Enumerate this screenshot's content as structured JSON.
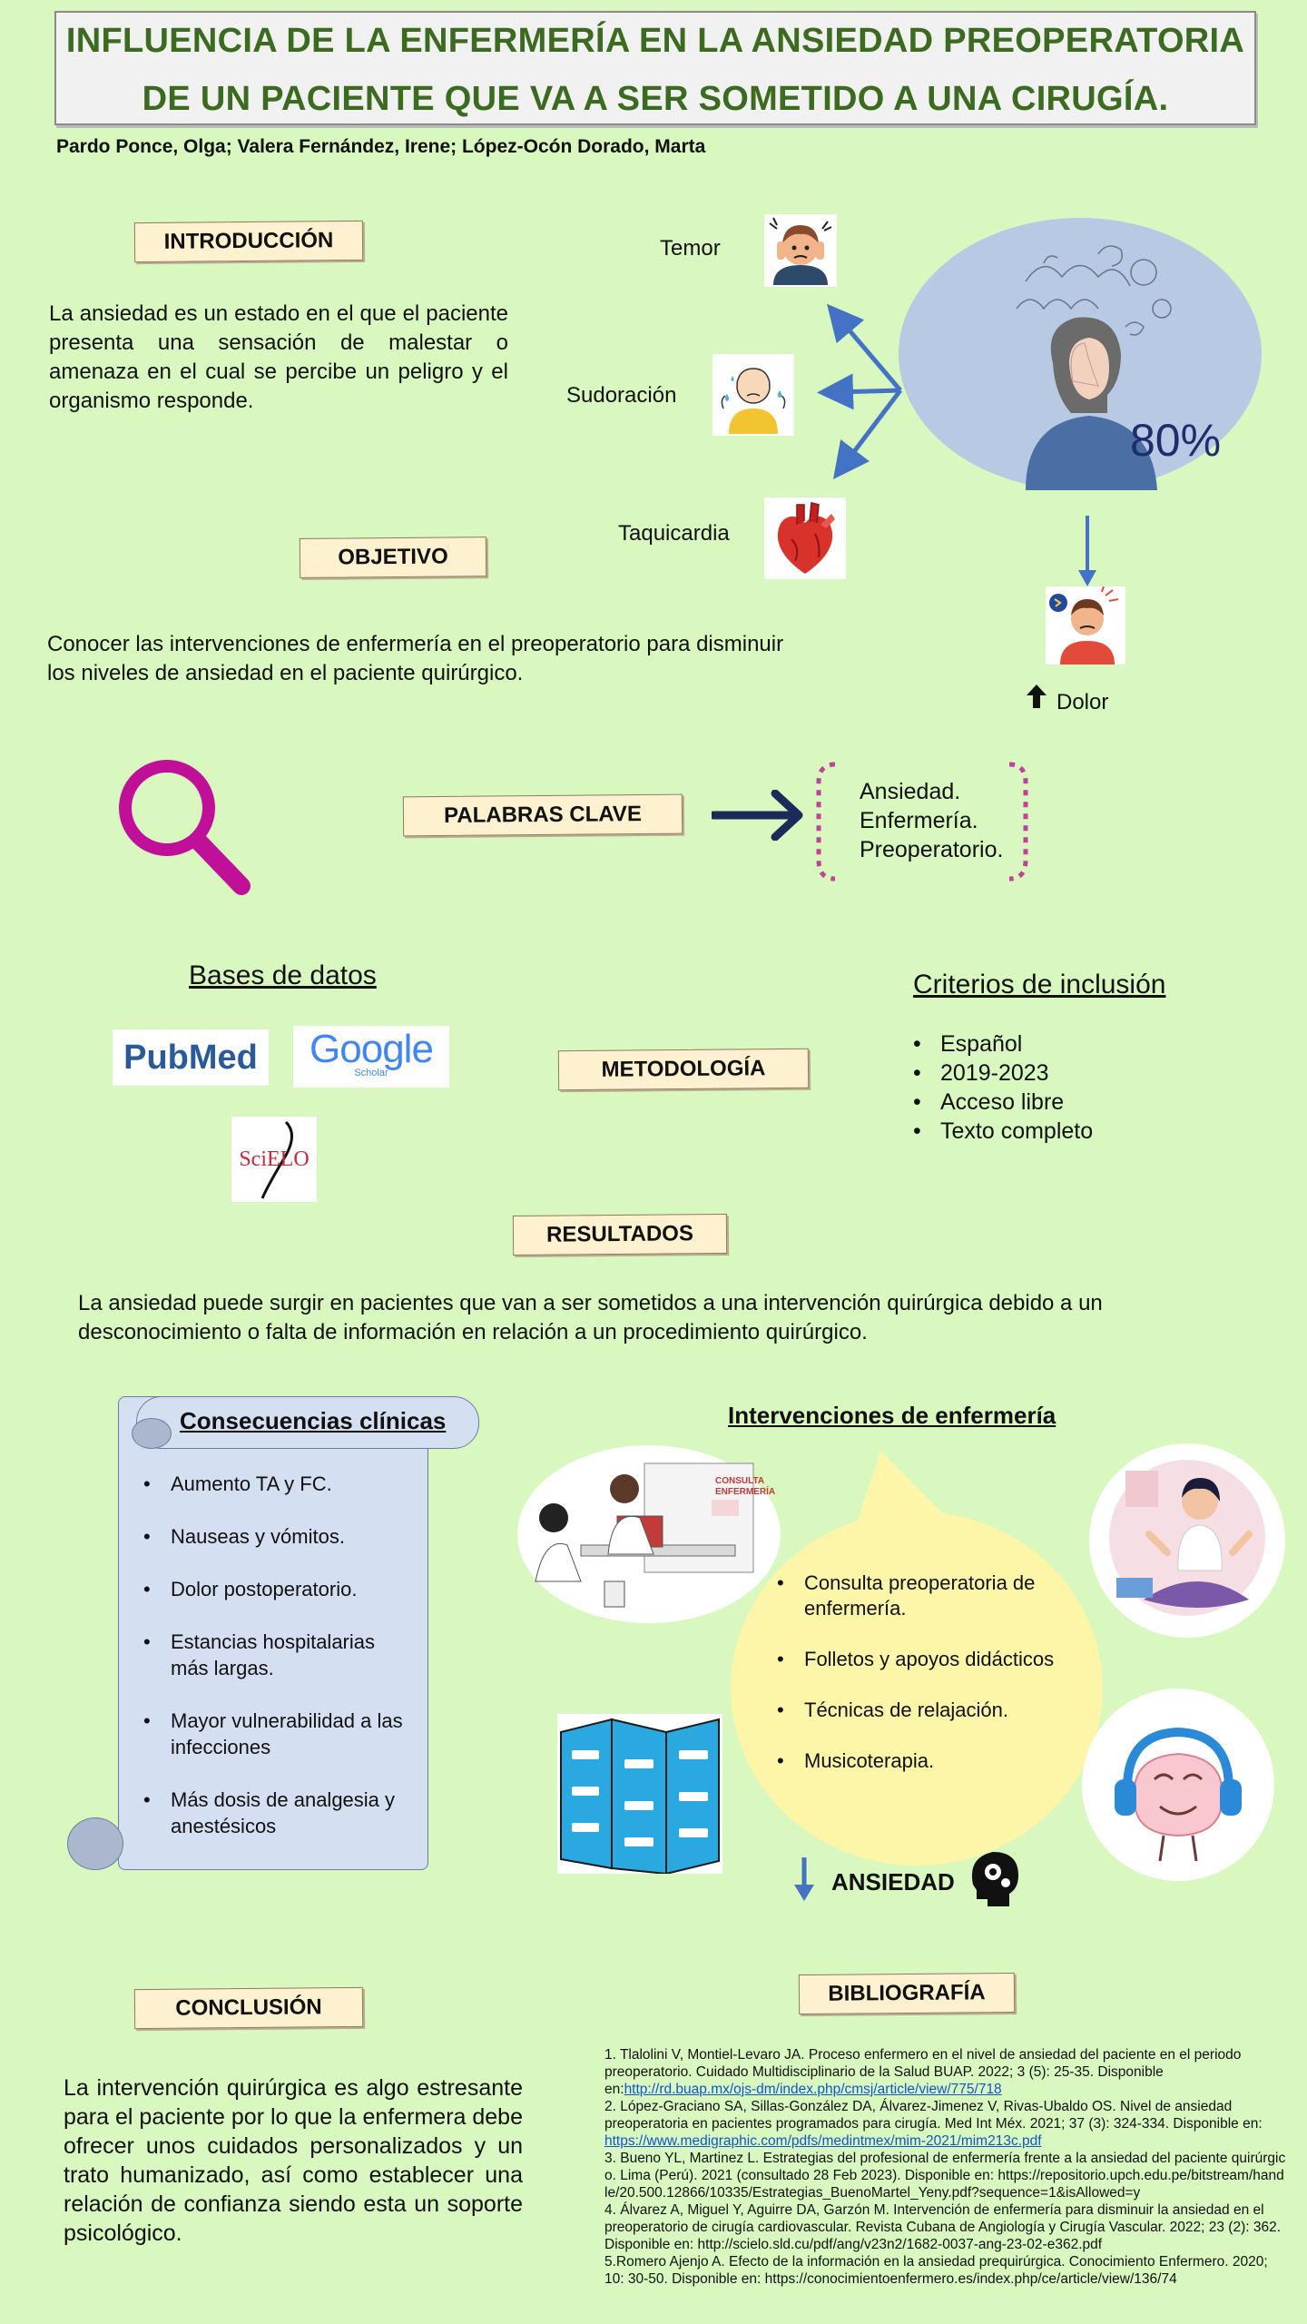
{
  "title": {
    "line1": "INFLUENCIA DE LA ENFERMERÍA EN LA ANSIEDAD PREOPERATORIA",
    "line2": "DE UN PACIENTE QUE VA A SER SOMETIDO A UNA CIRUGÍA."
  },
  "authors": "Pardo Ponce, Olga; Valera Fernández, Irene; López-Ocón Dorado, Marta",
  "introduccion": {
    "label": "INTRODUCCIÓN",
    "text": "La ansiedad es un estado en el que el paciente presenta una sensación de malestar o amenaza en el cual se percibe un peligro y el organismo responde."
  },
  "symptoms": {
    "temor": "Temor",
    "sudoracion": "Sudoración",
    "taquicardia": "Taquicardia",
    "percent": "80%",
    "dolor": "Dolor"
  },
  "objetivo": {
    "label": "OBJETIVO",
    "text": "Conocer las intervenciones de enfermería en el preoperatorio para disminuir los niveles de ansiedad en el paciente quirúrgico."
  },
  "palabras_clave": {
    "label": "PALABRAS CLAVE",
    "items": [
      "Ansiedad.",
      "Enfermería.",
      "Preoperatorio."
    ]
  },
  "metodologia": {
    "label": "METODOLOGÍA",
    "bases_title": "Bases de datos",
    "pubmed": "PubMed",
    "google": "Google",
    "scholar": "Scholar",
    "scielo": "SciELO",
    "criterios_title": "Criterios de inclusión",
    "criterios": [
      "Español",
      "2019-2023",
      "Acceso libre",
      "Texto completo"
    ]
  },
  "resultados": {
    "label": "RESULTADOS",
    "text": "La ansiedad puede surgir en pacientes que van a ser sometidos a una intervención quirúrgica debido a un desconocimiento o falta de información en relación a un procedimiento quirúrgico."
  },
  "consecuencias": {
    "title": "Consecuencias clínicas",
    "items": [
      "Aumento TA y FC.",
      "Nauseas y vómitos.",
      "Dolor postoperatorio.",
      "Estancias hospitalarias más largas.",
      "Mayor vulnerabilidad a las infecciones",
      "Más dosis de analgesia y anestésicos"
    ]
  },
  "intervenciones": {
    "title": "Intervenciones de enfermería",
    "items": [
      "Consulta preoperatoria de enfermería.",
      "Folletos y apoyos didácticos",
      "Técnicas de relajación.",
      "Musicoterapia."
    ],
    "consulta_sign": "CONSULTA ENFERMERÍA",
    "ansiedad": "ANSIEDAD"
  },
  "conclusion": {
    "label": "CONCLUSIÓN",
    "text": "La intervención quirúrgica es algo estresante para el paciente por lo que la enfermera debe ofrecer unos cuidados personalizados y un trato humanizado, así como establecer una relación de confianza siendo esta un soporte psicológico."
  },
  "bibliografia": {
    "label": "BIBLIOGRAFÍA",
    "ref1": "1. Tlalolini V, Montiel-Levaro JA. Proceso enfermero en el nivel de ansiedad del paciente en el periodo preoperatorio. Cuidado Multidisciplinario de la Salud BUAP. 2022; 3 (5): 25-35. Disponible en:",
    "ref1_link": "http://rd.buap.mx/ojs-dm/index.php/cmsj/article/view/775/718",
    "ref2": "2. López-Graciano SA, Sillas-González DA, Álvarez-Jimenez V, Rivas-Ubaldo OS. Nivel de ansiedad preoperatoria en pacientes programados para cirugía. Med Int Méx. 2021; 37 (3): 324-334. Disponible en:",
    "ref2_link": "https://www.medigraphic.com/pdfs/medintmex/mim-2021/mim213c.pdf",
    "ref3": "3. Bueno YL, Martinez L. Estrategias del profesional de enfermería frente a la ansiedad del paciente quirúrgico. Lima (Perú). 2021 (consultado 28 Feb 2023). Disponible en: https://repositorio.upch.edu.pe/bitstream/handle/20.500.12866/10335/Estrategias_BuenoMartel_Yeny.pdf?sequence=1&isAllowed=y",
    "ref4": "4. Álvarez A, Miguel Y, Aguirre DA, Garzón M. Intervención de enfermería para disminuir la ansiedad en el preoperatorio de cirugía cardiovascular. Revista Cubana de Angiología y Cirugía Vascular. 2022; 23 (2): 362. Disponible en: http://scielo.sld.cu/pdf/ang/v23n2/1682-0037-ang-23-02-e362.pdf",
    "ref5": "5.Romero Ajenjo A. Efecto de la información en la ansiedad prequirúrgica. Conocimiento Enfermero. 2020; 10: 30-50. Disponible en: https://conocimientoenfermero.es/index.php/ce/article/view/136/74"
  },
  "colors": {
    "background": "#d8f8bf",
    "title_green": "#3b6b1f",
    "arrow_blue": "#4472c4",
    "magnifier": "#c0109a",
    "navy": "#1f2d6c"
  },
  "icons": [
    "stressed-face-icon",
    "sweating-person-icon",
    "heart-icon",
    "anxious-head-icon",
    "pain-person-icon",
    "up-arrow-icon",
    "magnifier-icon",
    "right-arrow-icon",
    "down-arrow-icon",
    "gears-head-icon",
    "brain-headphones-icon",
    "leaflet-icon",
    "meditation-icon",
    "consultation-scene-icon"
  ]
}
